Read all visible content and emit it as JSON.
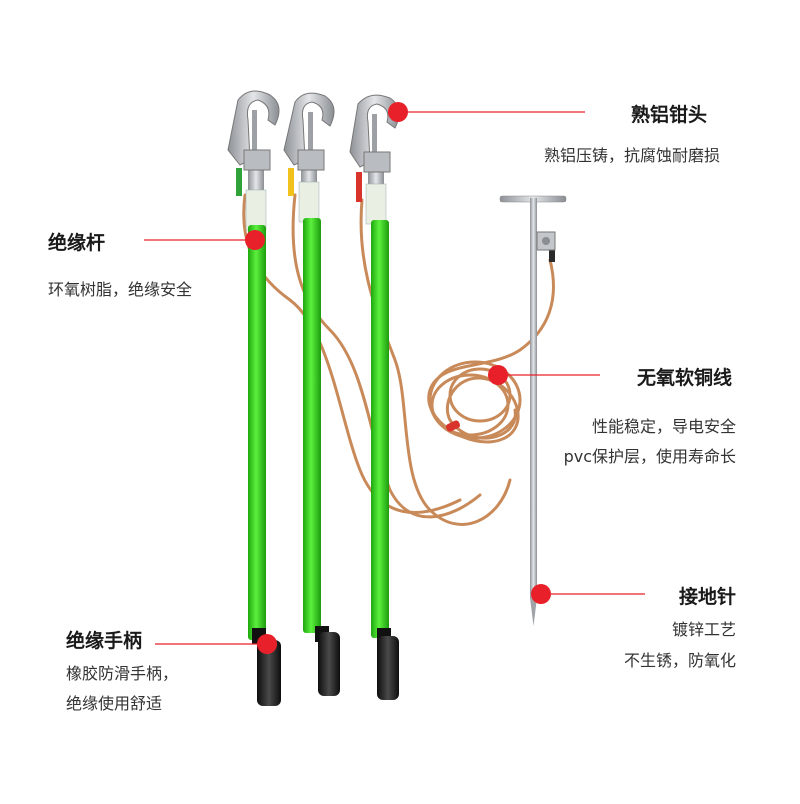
{
  "colors": {
    "rod_green": "#2fcf1a",
    "marker_red": "#e8202a",
    "copper": "#c98a5a",
    "handle_black": "#1c1c1c",
    "metal": "#b9bcc0"
  },
  "callouts": {
    "clamp_head": {
      "title": "熟铝钳头",
      "desc": [
        "熟铝压铸，抗腐蚀耐磨损"
      ]
    },
    "insulating_rod": {
      "title": "绝缘杆",
      "desc": [
        "环氧树脂，绝缘安全"
      ]
    },
    "copper_wire": {
      "title": "无氧软铜线",
      "desc": [
        "性能稳定，导电安全",
        "pvc保护层，使用寿命长"
      ]
    },
    "ground_pin": {
      "title": "接地针",
      "desc": [
        "镀锌工艺",
        "不生锈，防氧化"
      ]
    },
    "handle": {
      "title": "绝缘手柄",
      "desc": [
        "橡胶防滑手柄，",
        "绝缘使用舒适"
      ]
    }
  }
}
